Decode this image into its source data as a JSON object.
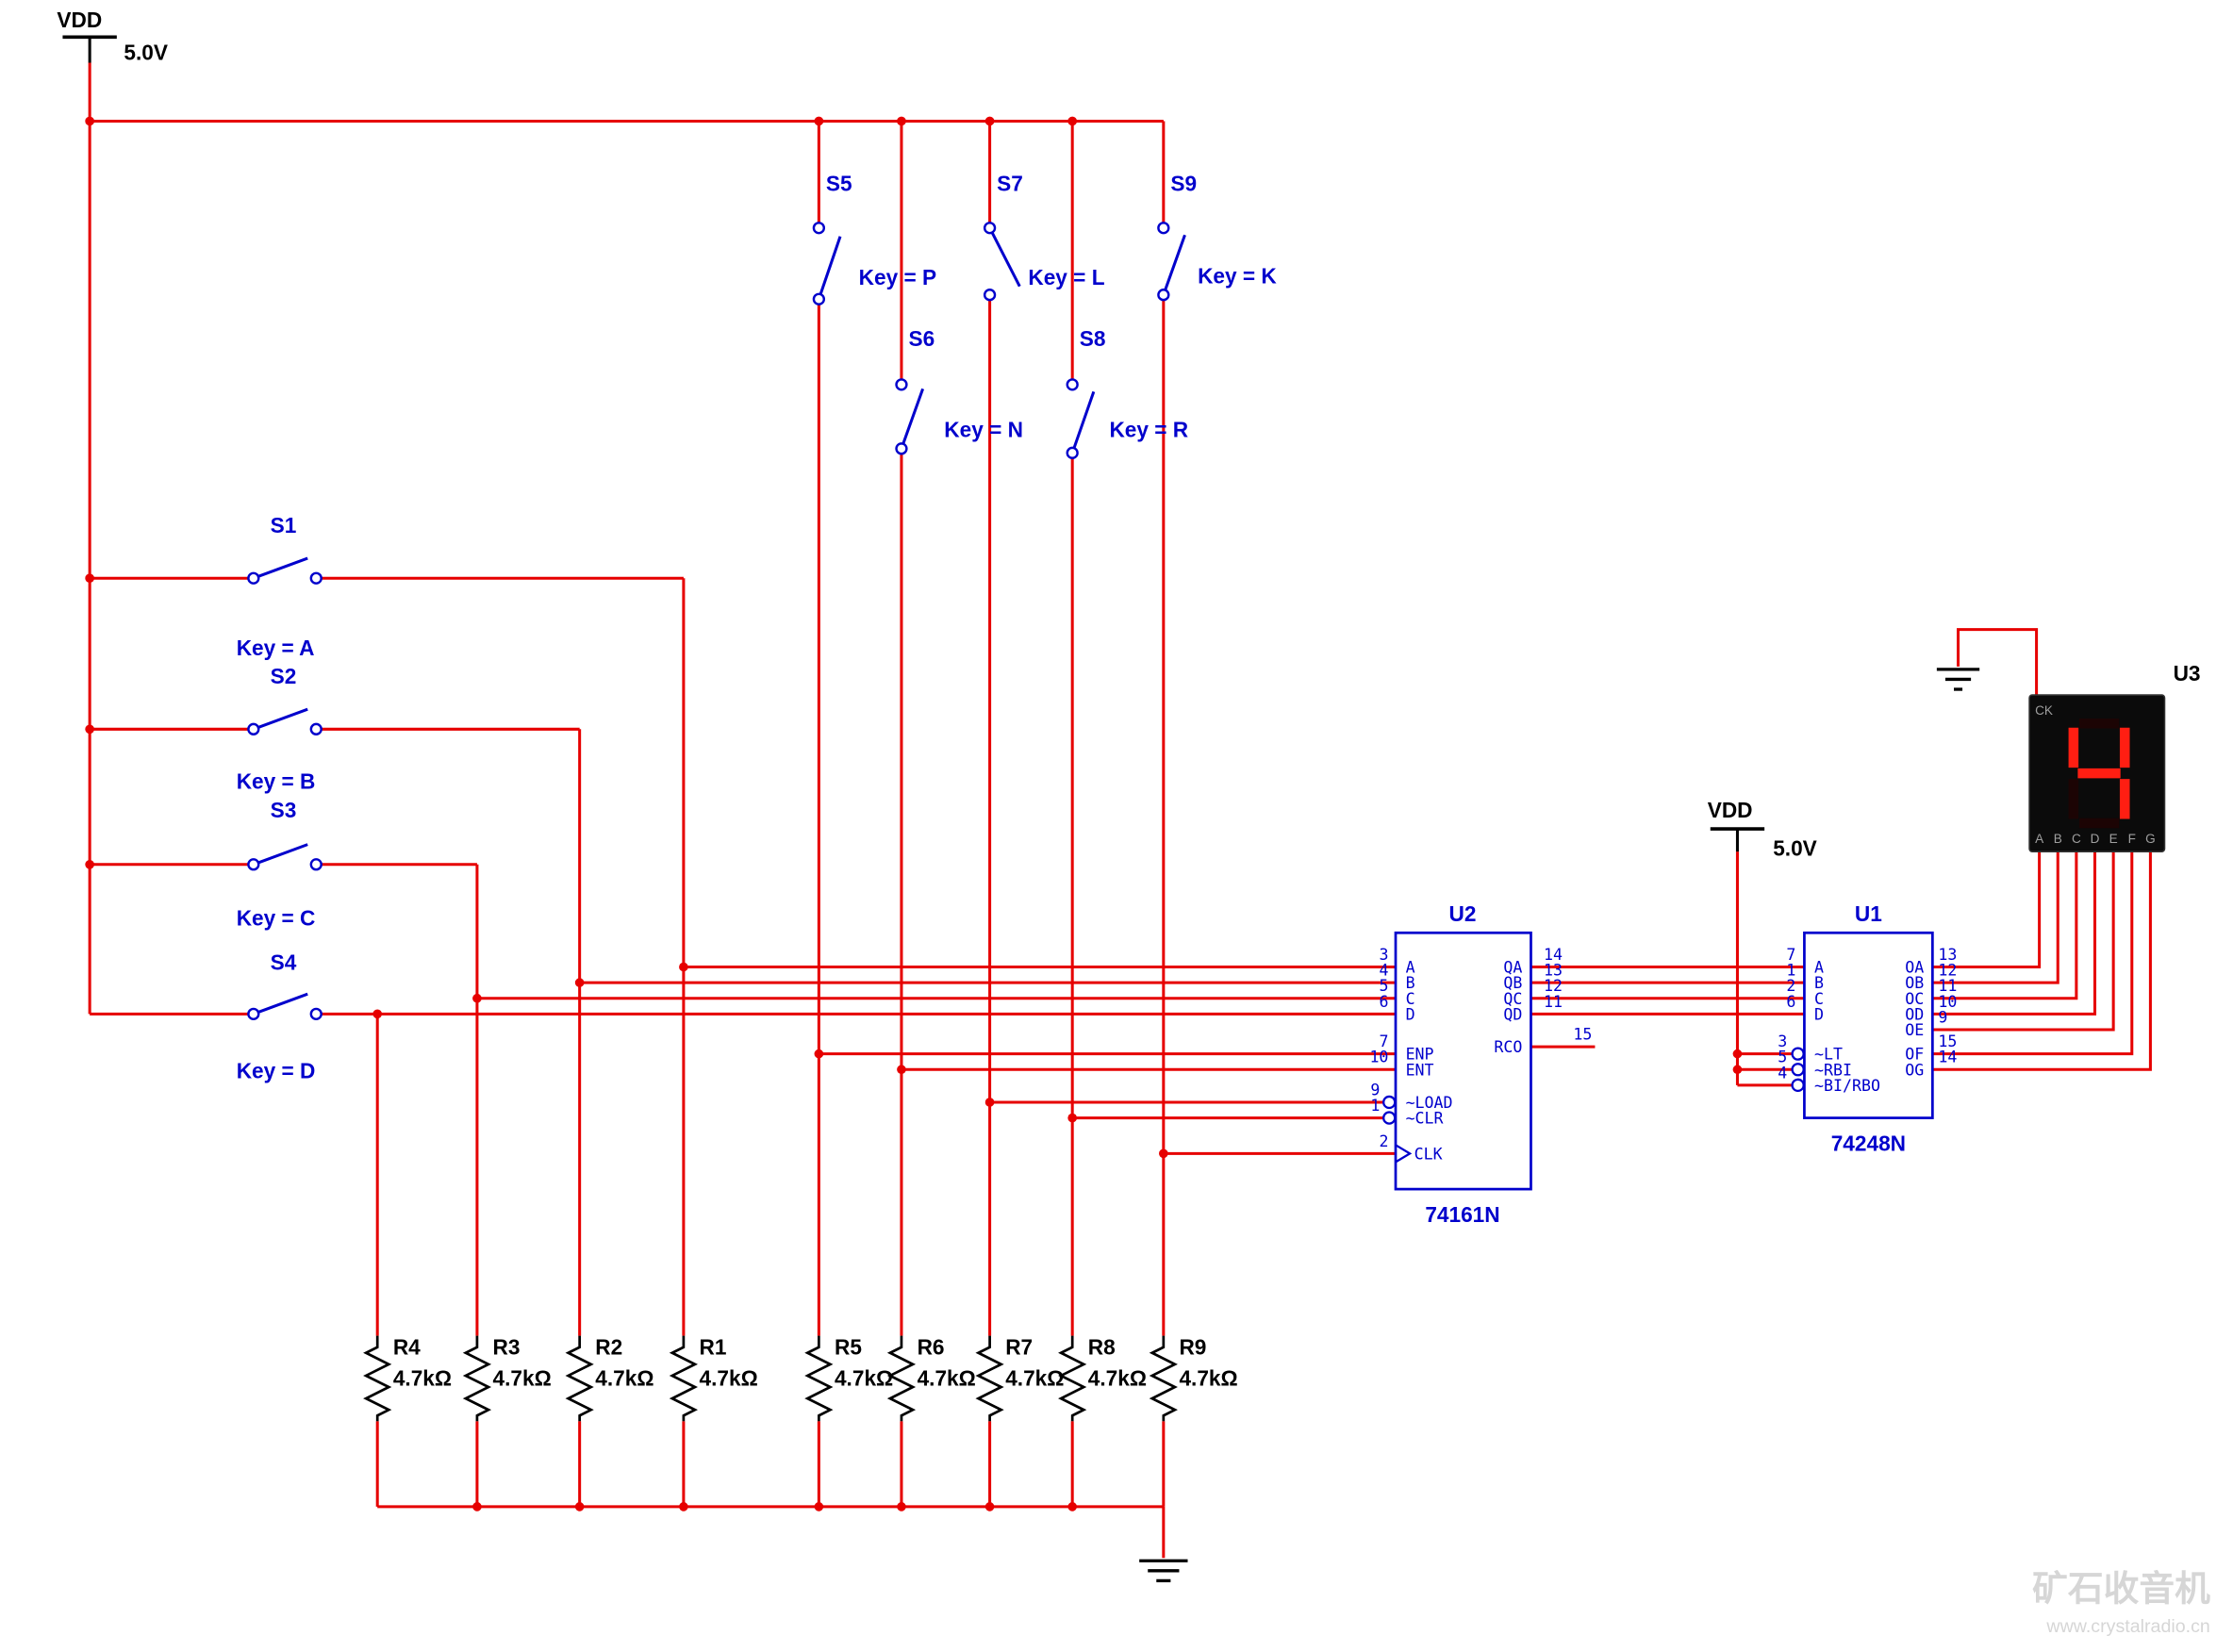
{
  "power": {
    "vdd_left": {
      "label": "VDD",
      "voltage": "5.0V"
    },
    "vdd_right": {
      "label": "VDD",
      "voltage": "5.0V"
    }
  },
  "switches": [
    {
      "ref": "S1",
      "key": "Key = A"
    },
    {
      "ref": "S2",
      "key": "Key = B"
    },
    {
      "ref": "S3",
      "key": "Key = C"
    },
    {
      "ref": "S4",
      "key": "Key = D"
    },
    {
      "ref": "S5",
      "key": "Key = P"
    },
    {
      "ref": "S6",
      "key": "Key = N"
    },
    {
      "ref": "S7",
      "key": "Key = L"
    },
    {
      "ref": "S8",
      "key": "Key = R"
    },
    {
      "ref": "S9",
      "key": "Key = K"
    }
  ],
  "resistors": [
    {
      "ref": "R4",
      "value": "4.7kΩ"
    },
    {
      "ref": "R3",
      "value": "4.7kΩ"
    },
    {
      "ref": "R2",
      "value": "4.7kΩ"
    },
    {
      "ref": "R1",
      "value": "4.7kΩ"
    },
    {
      "ref": "R5",
      "value": "4.7kΩ"
    },
    {
      "ref": "R6",
      "value": "4.7kΩ"
    },
    {
      "ref": "R7",
      "value": "4.7kΩ"
    },
    {
      "ref": "R8",
      "value": "4.7kΩ"
    },
    {
      "ref": "R9",
      "value": "4.7kΩ"
    }
  ],
  "u2": {
    "ref": "U2",
    "part": "74161N",
    "left_pins": [
      {
        "num": "3",
        "name": "A"
      },
      {
        "num": "4",
        "name": "B"
      },
      {
        "num": "5",
        "name": "C"
      },
      {
        "num": "6",
        "name": "D"
      },
      {
        "num": "7",
        "name": "ENP"
      },
      {
        "num": "10",
        "name": "ENT"
      },
      {
        "num": "9",
        "name": "~LOAD"
      },
      {
        "num": "1",
        "name": "~CLR"
      },
      {
        "num": "2",
        "name": "CLK"
      }
    ],
    "right_pins": [
      {
        "num": "14",
        "name": "QA"
      },
      {
        "num": "13",
        "name": "QB"
      },
      {
        "num": "12",
        "name": "QC"
      },
      {
        "num": "11",
        "name": "QD"
      },
      {
        "num": "15",
        "name": "RCO"
      }
    ]
  },
  "u1": {
    "ref": "U1",
    "part": "74248N",
    "left_pins": [
      {
        "num": "7",
        "name": "A"
      },
      {
        "num": "1",
        "name": "B"
      },
      {
        "num": "2",
        "name": "C"
      },
      {
        "num": "6",
        "name": "D"
      },
      {
        "num": "3",
        "name": "~LT"
      },
      {
        "num": "5",
        "name": "~RBI"
      },
      {
        "num": "4",
        "name": "~BI/RBO"
      }
    ],
    "right_pins": [
      {
        "num": "13",
        "name": "OA"
      },
      {
        "num": "12",
        "name": "OB"
      },
      {
        "num": "11",
        "name": "OC"
      },
      {
        "num": "10",
        "name": "OD"
      },
      {
        "num": "9",
        "name": "OE"
      },
      {
        "num": "15",
        "name": "OF"
      },
      {
        "num": "14",
        "name": "OG"
      }
    ]
  },
  "display": {
    "ref": "U3",
    "clock_label": "CK",
    "segment_labels": [
      "A",
      "B",
      "C",
      "D",
      "E",
      "F",
      "G"
    ],
    "digit": "4"
  },
  "watermark": {
    "title": "矿石收音机",
    "url": "www.crystalradio.cn"
  },
  "colors": {
    "wire": "#e60000",
    "component_blue": "#0000cc",
    "text_black": "#000000",
    "digit_red": "#ff1e12"
  }
}
